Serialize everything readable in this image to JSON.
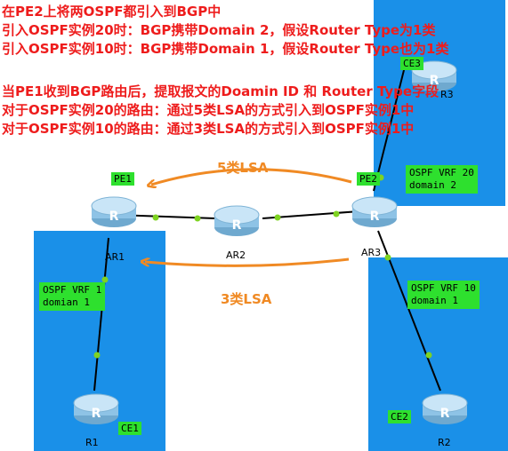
{
  "colors": {
    "region": "#1a90e8",
    "label_bg": "#2ee02e",
    "arrow": "#f08a24",
    "text": "#ee1c1c",
    "link": "#000000",
    "port": "#7ed321"
  },
  "annotations": {
    "line1": "在PE2上将两OSPF都引入到BGP中",
    "line2": "引入OSPF实例20时：BGP携带Domain 2，假设Router Type为1类",
    "line3": "引入OSPF实例10时：BGP携带Domain 1，假设Router Type也为1类",
    "line4": "当PE1收到BGP路由后，提取报文的Doamin ID 和 Router Type字段",
    "line5": "对于OSPF实例20的路由：通过5类LSA的方式引入到OSPF实例1中",
    "line6": "对于OSPF实例10的路由：通过3类LSA的方式引入到OSPF实例1中"
  },
  "arrows": {
    "top_label": "5类LSA",
    "bottom_label": "3类LSA"
  },
  "devices": {
    "ar1": {
      "name": "AR1",
      "tag": "PE1"
    },
    "ar2": {
      "name": "AR2"
    },
    "ar3": {
      "name": "AR3",
      "tag": "PE2"
    },
    "r1": {
      "name": "R1",
      "tag": "CE1"
    },
    "r2": {
      "name": "R2",
      "tag": "CE2"
    },
    "r3": {
      "name": "R3",
      "tag": "CE3"
    }
  },
  "regions": {
    "left": {
      "line1": "OSPF VRF 1",
      "line2": "domian 1"
    },
    "top_right": {
      "line1": "OSPF VRF 20",
      "line2": "domain 2"
    },
    "bottom_right": {
      "line1": "OSPF VRF 10",
      "line2": "domain 1"
    }
  }
}
